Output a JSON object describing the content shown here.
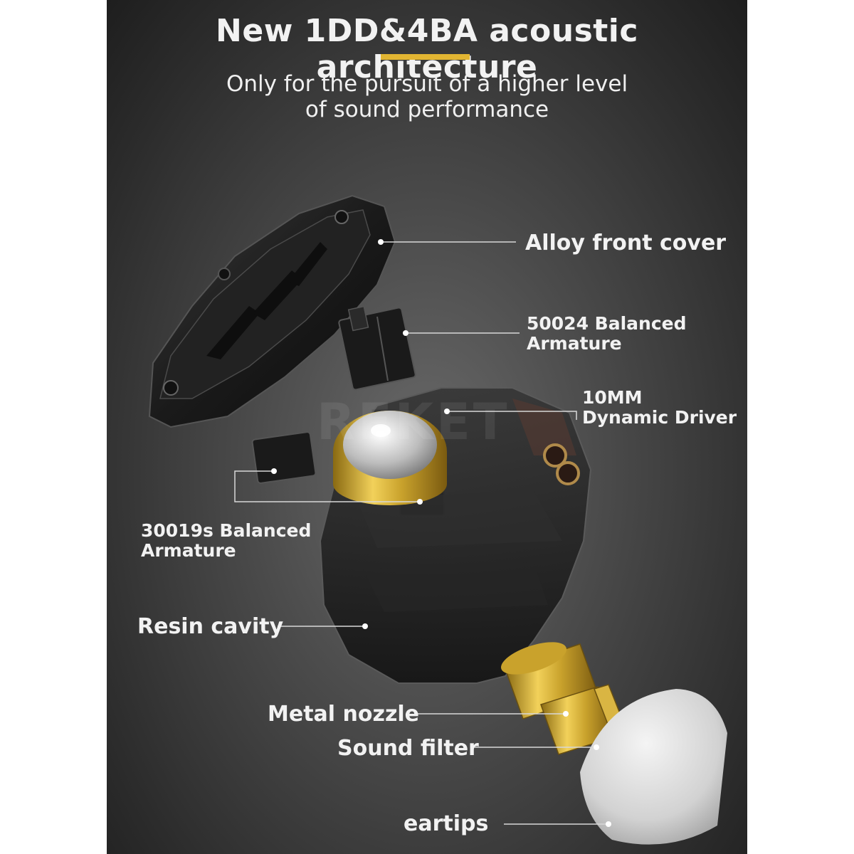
{
  "header": {
    "title": "New 1DD&4BA acoustic architecture",
    "subtitle_line1": "Only for the pursuit of a higher level",
    "subtitle_line2": "of sound performance",
    "accent_color": "#e2b532"
  },
  "watermark": "REKET",
  "labels": {
    "front_cover": "Alloy front cover",
    "ba50024_line1": "50024 Balanced",
    "ba50024_line2": "Armature",
    "dd_line1": "10MM",
    "dd_line2": "Dynamic Driver",
    "ba30019_line1": "30019s Balanced",
    "ba30019_line2": "Armature",
    "resin": "Resin cavity",
    "nozzle": "Metal nozzle",
    "filter": "Sound filter",
    "eartips": "eartips"
  }
}
